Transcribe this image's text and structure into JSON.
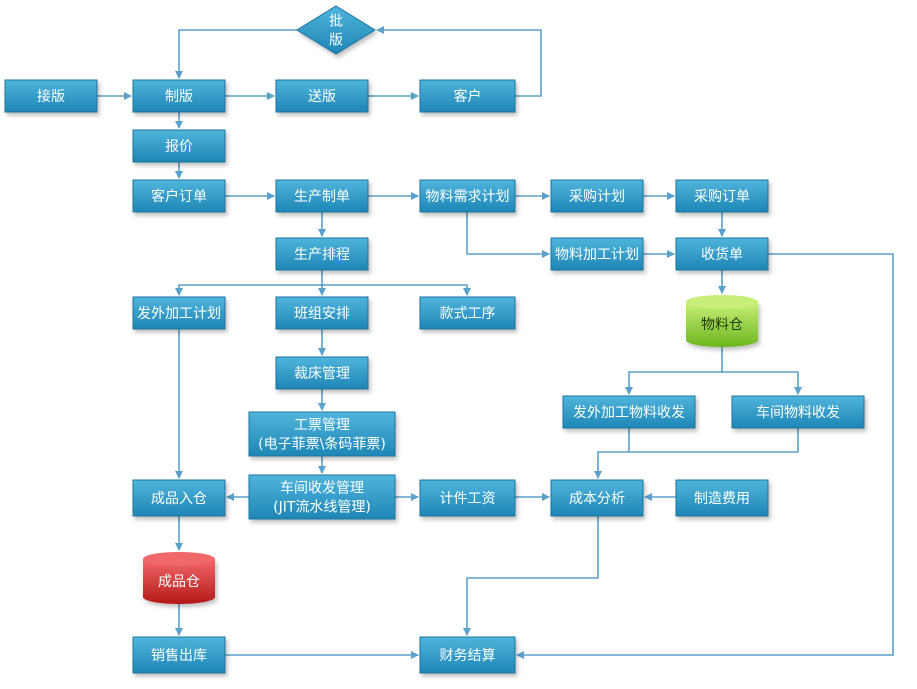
{
  "colors": {
    "box_top": "#4fb5dc",
    "box_bottom": "#1e86b5",
    "box_border": "#1a74a0",
    "line": "#5aa0c8",
    "green_top": "#c8ef7a",
    "green_bottom": "#6db51e",
    "red_top": "#f0686a",
    "red_bottom": "#b51818"
  },
  "nodes": {
    "approve": "批\n版",
    "receive": "接版",
    "make": "制版",
    "deliver": "送版",
    "customer": "客户",
    "quote": "报价",
    "order": "客户订单",
    "prodorder": "生产制单",
    "mrp": "物料需求计划",
    "purplan": "采购计划",
    "purorder": "采购订单",
    "schedule": "生产排程",
    "procplan": "物料加工计划",
    "receipt": "收货单",
    "outsource": "发外加工计划",
    "team": "班组安排",
    "style": "款式工序",
    "matwh": "物料仓",
    "cutting": "裁床管理",
    "outmat": "发外加工物料收发",
    "workshopmat": "车间物料收发",
    "ticket": "工票管理\n(电子菲票\\条码菲票)",
    "instock": "成品入仓",
    "workshop": "车间收发管理\n(JIT流水线管理)",
    "piecewage": "计件工资",
    "cost": "成本分析",
    "mfgcost": "制造费用",
    "fgwh": "成品仓",
    "sales": "销售出库",
    "finance": "财务结算"
  }
}
